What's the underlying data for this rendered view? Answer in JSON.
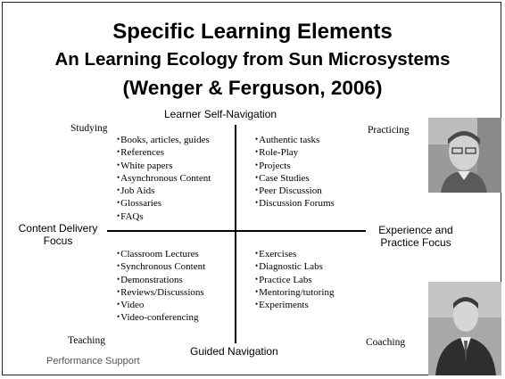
{
  "title": {
    "line1": "Specific Learning Elements",
    "line2": "An Learning Ecology from Sun Microsystems",
    "line3": "(Wenger & Ferguson, 2006)"
  },
  "axes": {
    "top": "Learner Self-Navigation",
    "bottom": "Guided Navigation",
    "left_line1": "Content Delivery",
    "left_line2": "Focus",
    "right_line1": "Experience and",
    "right_line2": "Practice Focus"
  },
  "corners": {
    "top_left": "Studying",
    "top_right": "Practicing",
    "bottom_left": "Teaching",
    "bottom_right": "Coaching"
  },
  "quadrants": {
    "studying": [
      "Books, articles, guides",
      "References",
      "White papers",
      "Asynchronous Content",
      "Job Aids",
      "Glossaries",
      "FAQs"
    ],
    "practicing": [
      "Authentic tasks",
      "Role-Play",
      "Projects",
      "Case Studies",
      "Peer Discussion",
      "Discussion Forums"
    ],
    "teaching": [
      "Classroom Lectures",
      "Synchronous Content",
      "Demonstrations",
      "Reviews/Discussions",
      "Video",
      "Video-conferencing"
    ],
    "coaching": [
      "Exercises",
      "Diagnostic Labs",
      "Practice Labs",
      "Mentoring/tutoring",
      "Experiments"
    ]
  },
  "footer_text": "Performance Support",
  "photos": {
    "top": "person-photo-icon",
    "bottom": "person-photo-icon"
  },
  "colors": {
    "text": "#000000",
    "background": "#ffffff"
  }
}
